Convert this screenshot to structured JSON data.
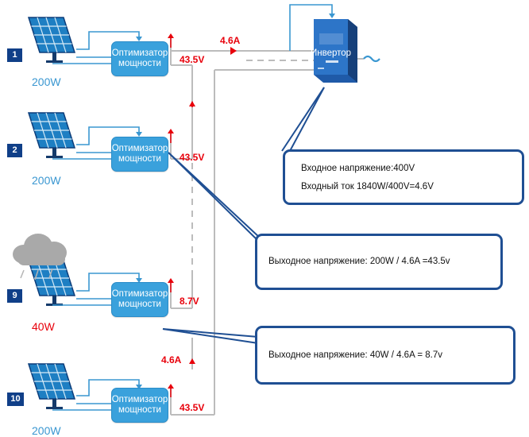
{
  "colors": {
    "panel": "#1e7fc3",
    "optimizer": "#3aa1dc",
    "inverter": "#2b6cc0",
    "callout_border": "#1f4f93",
    "voltage": "#e8000b"
  },
  "panels": [
    {
      "number": "1",
      "power": "200W",
      "optimizer_label": "Оптимизатор мощности",
      "voltage": "43.5V",
      "shaded": false
    },
    {
      "number": "2",
      "power": "200W",
      "optimizer_label": "Оптимизатор мощности",
      "voltage": "43.5V",
      "shaded": false
    },
    {
      "number": "9",
      "power": "40W",
      "optimizer_label": "Оптимизатор мощности",
      "voltage": "8.7V",
      "shaded": true
    },
    {
      "number": "10",
      "power": "200W",
      "optimizer_label": "Оптимизатор мощности",
      "voltage": "43.5V",
      "shaded": false
    }
  ],
  "inverter": {
    "label": "Инвертор",
    "ac_symbol": "~"
  },
  "string_current_top": "4.6A",
  "string_current_bottom": "4.6A",
  "callouts": {
    "inverter": {
      "line1": "Входное напряжение:400V",
      "line2": "Входный ток 1840W/400V=4.6V"
    },
    "full_panel": {
      "line1": "Выходное напряжение: 200W / 4.6A =43.5v"
    },
    "shaded_panel": {
      "line1": "Выходное напряжение: 40W / 4.6A = 8.7v"
    }
  },
  "icons": [
    "solar-panel-icon",
    "cloud-icon",
    "inverter-icon",
    "arrow-up-icon",
    "arrow-right-icon"
  ]
}
